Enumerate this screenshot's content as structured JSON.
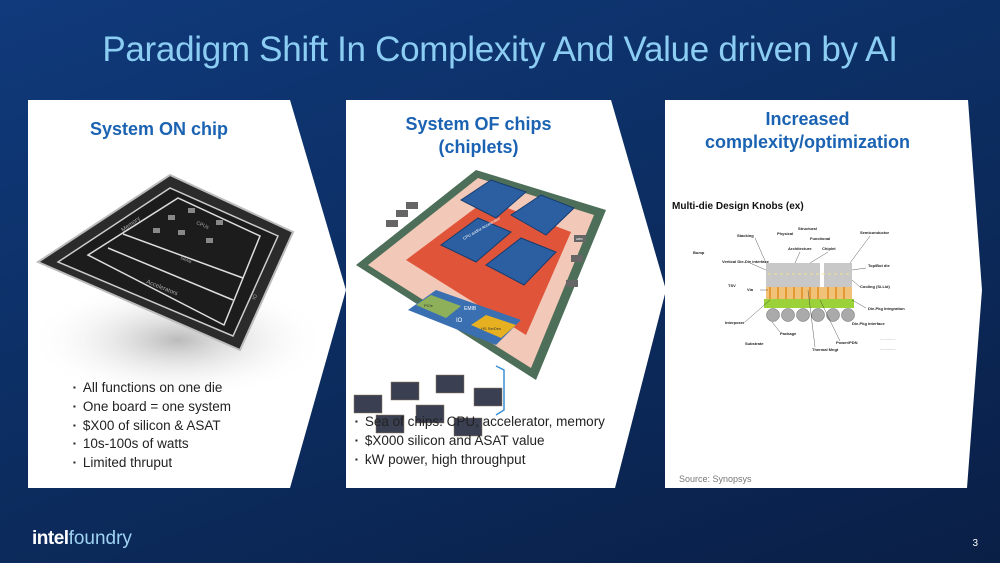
{
  "slide": {
    "title": "Paradigm Shift In Complexity And Value driven by AI",
    "page_number": "3",
    "logo": {
      "word1": "intel",
      "word2": "foundry"
    }
  },
  "panels": [
    {
      "heading": "System ON chip",
      "image_labels": {
        "memory": "Memory",
        "cpus": "CPUs",
        "sram": "SRAM",
        "accelerators": "Accelerators",
        "io": "IO"
      },
      "bullets": [
        "All functions on one die",
        "One board = one system",
        "$X00 of silicon & ASAT",
        "10s-100s of watts",
        "Limited thruput"
      ]
    },
    {
      "heading_line1": "System OF chips",
      "heading_line2": "(chiplets)",
      "image_labels": {
        "cpu": "CPU and/or Accelerator",
        "hbm": "HBM",
        "emib": "EMIB",
        "io": "IO",
        "pcie": "PCIe",
        "serdes": "HS SerDes"
      },
      "bullets": [
        "Sea of chips: CPU, accelerator, memory",
        "$X000 silicon and ASAT value",
        "kW power, high throughput"
      ]
    },
    {
      "heading_line1": "Increased",
      "heading_line2": "complexity/optimization",
      "diagram_title": "Multi-die Design Knobs (ex)",
      "diagram_labels": [
        "Stacking",
        "Physical",
        "Structural",
        "Architecture",
        "Functional",
        "Chiplet",
        "Semiconductor",
        "Top/Bot die",
        "Bump",
        "Vertical Die-Die interface",
        "Via",
        "TSV",
        "Cooling (Si-Lid)",
        "Die-Pkg Integration",
        "Interposer",
        "Package",
        "Substrate",
        "Thermal Mngt",
        "Power/PDN",
        "Die-Pkg interface"
      ],
      "source": "Source: Synopsys"
    }
  ],
  "colors": {
    "title": "#8ccdf3",
    "heading": "#1b63b2",
    "background": "#0c2e63"
  }
}
